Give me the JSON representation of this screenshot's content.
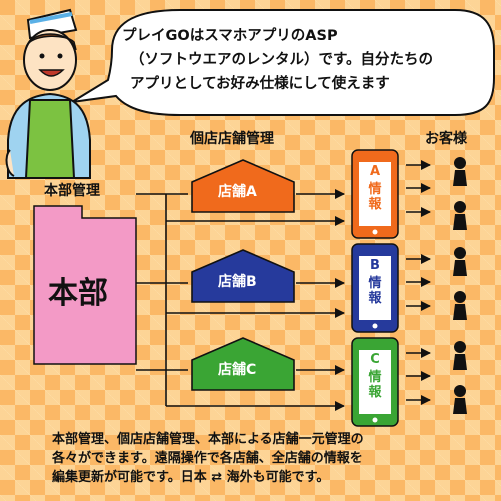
{
  "bubble": {
    "line1": "プレイGOはスマホアプリのASP",
    "line2": "（ソフトウエアのレンタル）です。自分たちの",
    "line3": "アプリとしてお好み仕様にして使えます"
  },
  "labels": {
    "store_management": "個店店舗管理",
    "customers": "お客様",
    "hq_management": "本部管理",
    "hq": "本部"
  },
  "stores": [
    {
      "name": "店舗A",
      "color": "#f06a1c"
    },
    {
      "name": "店舗B",
      "color": "#263a9c"
    },
    {
      "name": "店舗C",
      "color": "#3aa534"
    }
  ],
  "phones": [
    {
      "letter": "A",
      "text": "情\n報",
      "color": "#f06a1c"
    },
    {
      "letter": "B",
      "text": "情\n報",
      "color": "#263a9c"
    },
    {
      "letter": "C",
      "text": "情\n報",
      "color": "#3aa534"
    }
  ],
  "colors": {
    "hq_box": "#f39ac6",
    "background": "#fbb866"
  },
  "footer": {
    "line1": "本部管理、個店店舗管理、本部による店舗一元管理の",
    "line2": "各々ができます。遠隔操作で各店舗、全店舗の情報を",
    "line3": "編集更新が可能です。日本 ⇄ 海外も可能です。"
  }
}
